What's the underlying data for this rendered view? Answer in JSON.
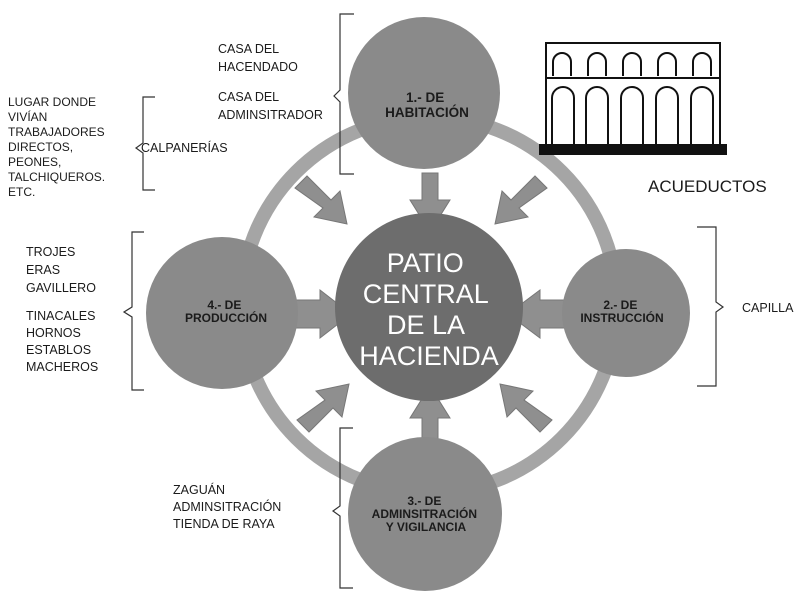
{
  "center": {
    "lines": [
      "PATIO",
      "CENTRAL",
      "DE LA",
      "HACIENDA"
    ]
  },
  "nodes": {
    "habitacion": {
      "lines": [
        "1.- DE",
        "HABITACIÓN"
      ]
    },
    "instruccion": {
      "lines": [
        "2.- DE",
        "INSTRUCCIÓN"
      ]
    },
    "administracion": {
      "lines": [
        "3.- DE",
        "ADMINSITRACIÓN",
        "Y VIGILANCIA"
      ]
    },
    "produccion": {
      "lines": [
        "4.- DE",
        "PRODUCCIÓN"
      ]
    }
  },
  "annotations": {
    "habitacion_casas": [
      "CASA DEL",
      "HACENDADO"
    ],
    "habitacion_admin": [
      "CASA DEL",
      "ADMINSITRADOR"
    ],
    "calpanerias_desc": [
      "LUGAR DONDE",
      "VIVÍAN",
      "TRABAJADORES",
      "DIRECTOS,",
      "PEONES,",
      "TALCHIQUEROS.",
      "ETC."
    ],
    "calpanerias_label": "CALPANERÍAS",
    "produccion_items_a": [
      "TROJES",
      "ERAS",
      "GAVILLERO"
    ],
    "produccion_items_b": [
      "TINACALES",
      "HORNOS",
      "ESTABLOS",
      "MACHEROS"
    ],
    "instruccion_items": [
      "CAPILLA"
    ],
    "administracion_items": [
      "ZAGUÁN",
      "ADMINSITRACIÓN",
      "TIENDA DE RAYA"
    ]
  },
  "aqueduct": {
    "label": "ACUEDUCTOS",
    "icon": "aqueduct-icon"
  },
  "colors": {
    "center_fill": "#6d6d6d",
    "node_fill": "#8a8a8a",
    "ring": "#a5a5a5",
    "arrow": "#8f8f8f",
    "bracket": "#333333"
  }
}
